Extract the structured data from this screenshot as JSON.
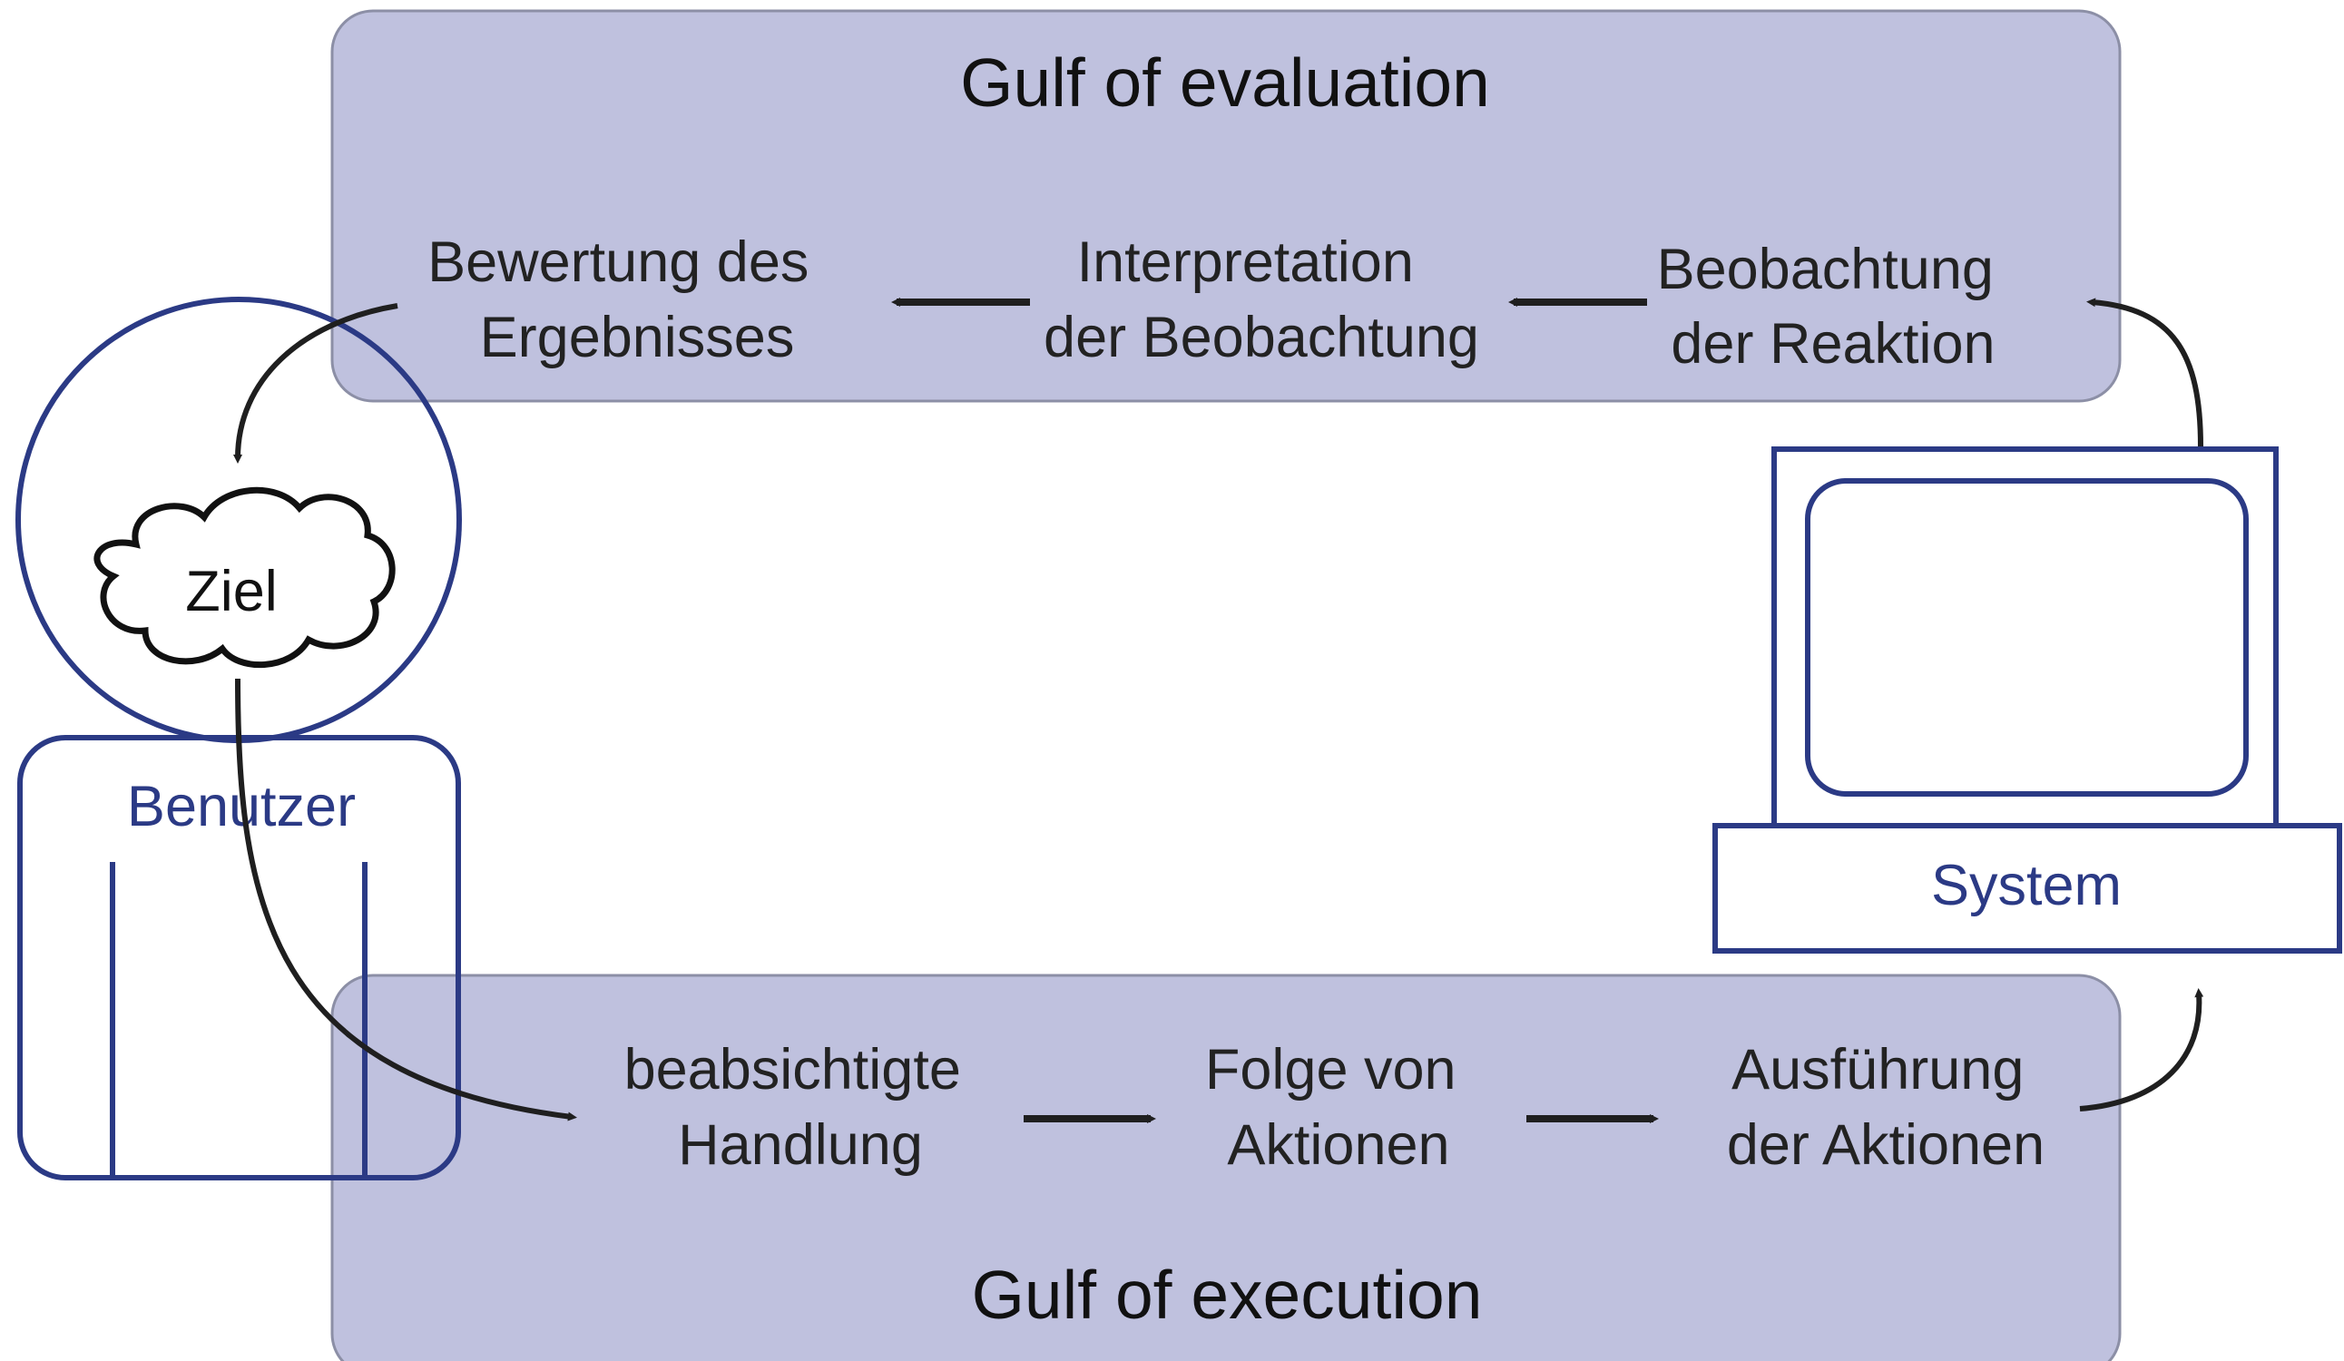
{
  "colors": {
    "gulf_fill": "#bfc1de",
    "gulf_stroke": "#8c8fa6",
    "actor_blue": "#2b3a85",
    "arrow": "#1f1f1f"
  },
  "evaluation": {
    "title": "Gulf of evaluation",
    "steps": [
      {
        "line1": "Bewertung des",
        "line2": "Ergebnisses"
      },
      {
        "line1": "Interpretation",
        "line2": "der Beobachtung"
      },
      {
        "line1": "Beobachtung",
        "line2": "der Reaktion"
      }
    ]
  },
  "execution": {
    "title": "Gulf of execution",
    "steps": [
      {
        "line1": "beabsichtigte",
        "line2": "Handlung"
      },
      {
        "line1": "Folge von",
        "line2": "Aktionen"
      },
      {
        "line1": "Ausführung",
        "line2": "der Aktionen"
      }
    ]
  },
  "user": {
    "label": "Benutzer",
    "goal": "Ziel"
  },
  "system": {
    "label": "System"
  }
}
